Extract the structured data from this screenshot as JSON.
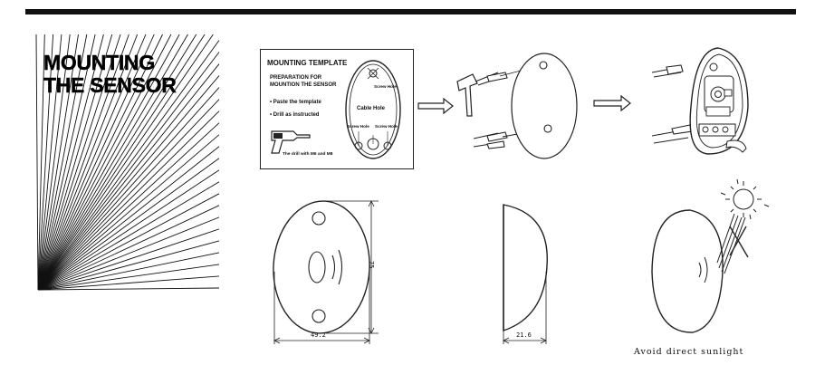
{
  "header": {
    "title_line1": "MOUNTING",
    "title_line2": "THE SENSOR"
  },
  "template_card": {
    "title": "MOUNTING TEMPLATE",
    "prep_line1": "PREPARATION FOR",
    "prep_line2": "MOUNTION THE SENSOR",
    "bullet1": "Paste the template",
    "bullet2": "Drill as instructed",
    "drill_note": "The drill with M6 and M8",
    "oval_labels": {
      "top": "Screw Hole",
      "center": "Cable Hole",
      "left": "Screw Hole",
      "right": "Screw Hole"
    }
  },
  "dimensions": {
    "height": "75",
    "width": "49.2",
    "depth": "21.6"
  },
  "caption": "Avoid direct sunlight",
  "icons": [
    "arrow-right-icon",
    "hammer-icon",
    "screw-icon",
    "wall-plug-icon",
    "drill-icon",
    "sun-icon",
    "sensor-wave-icon"
  ]
}
